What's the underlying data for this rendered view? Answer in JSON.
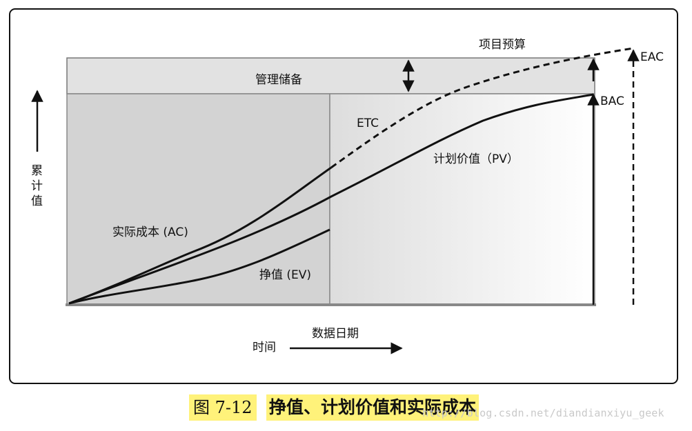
{
  "diagram": {
    "labels": {
      "project_budget": "项目预算",
      "management_reserve": "管理储备",
      "eac": "EAC",
      "bac": "BAC",
      "etc": "ETC",
      "pv": "计划价值（PV）",
      "ac": "实际成本 (AC)",
      "ev": "挣值 (EV)",
      "y_axis": [
        "累",
        "计",
        "值"
      ],
      "data_date": "数据日期",
      "time": "时间"
    }
  },
  "caption": {
    "number": "图 7-12",
    "title": "挣值、计划价值和实际成本"
  },
  "watermark": "http://blog.csdn.net/diandianxiyu_geek",
  "colors": {
    "highlight": "#fff27a",
    "band": "#e0e0e0",
    "left_region": "#d4d4d4",
    "line": "#111111"
  }
}
